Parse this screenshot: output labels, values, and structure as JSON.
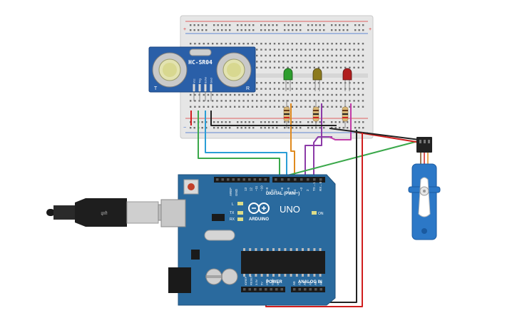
{
  "sensor": {
    "label": "HC-SR04",
    "pins": [
      "Vcc",
      "Trig",
      "Echo",
      "Gnd"
    ],
    "side_t": "T",
    "side_r": "R"
  },
  "breadboard": {
    "plus": "+",
    "minus": "−"
  },
  "leds": [
    {
      "name": "green",
      "color": "#2e9e2e"
    },
    {
      "name": "yellow",
      "color": "#8c7a1e"
    },
    {
      "name": "red",
      "color": "#b01e1e"
    }
  ],
  "arduino": {
    "brand": "ARDUINO",
    "model": "UNO",
    "digital_label": "DIGITAL (PWM~)",
    "power_label": "POWER",
    "analog_label": "ANALOG IN",
    "on_label": "ON",
    "led_labels": [
      "L",
      "TX",
      "RX"
    ],
    "aref": "AREF",
    "gnd": "GND",
    "digital_pins": [
      "13",
      "12",
      "~11",
      "~10",
      "~9",
      "8",
      "7",
      "~6",
      "~5",
      "4",
      "~3",
      "2",
      "TX→1",
      "RX←0"
    ],
    "power_pins": [
      "IOREF",
      "RESET",
      "3.3V",
      "5V",
      "GND",
      "GND",
      "Vin"
    ],
    "analog_pins": [
      "A0",
      "A1",
      "A2",
      "A3",
      "A4",
      "A5"
    ]
  },
  "colors": {
    "board": "#2a6a9e",
    "board_dark": "#1f527d",
    "breadboard": "#e8e8e8",
    "sensor": "#2a5fa8",
    "servo": "#2c78c7",
    "wire_green": "#3aa84a",
    "wire_blue": "#2a9ed6",
    "wire_orange": "#e08a1e",
    "wire_purple": "#8c3aa8",
    "wire_magenta": "#c23aa8",
    "wire_red": "#d01e1e",
    "wire_black": "#222222"
  }
}
